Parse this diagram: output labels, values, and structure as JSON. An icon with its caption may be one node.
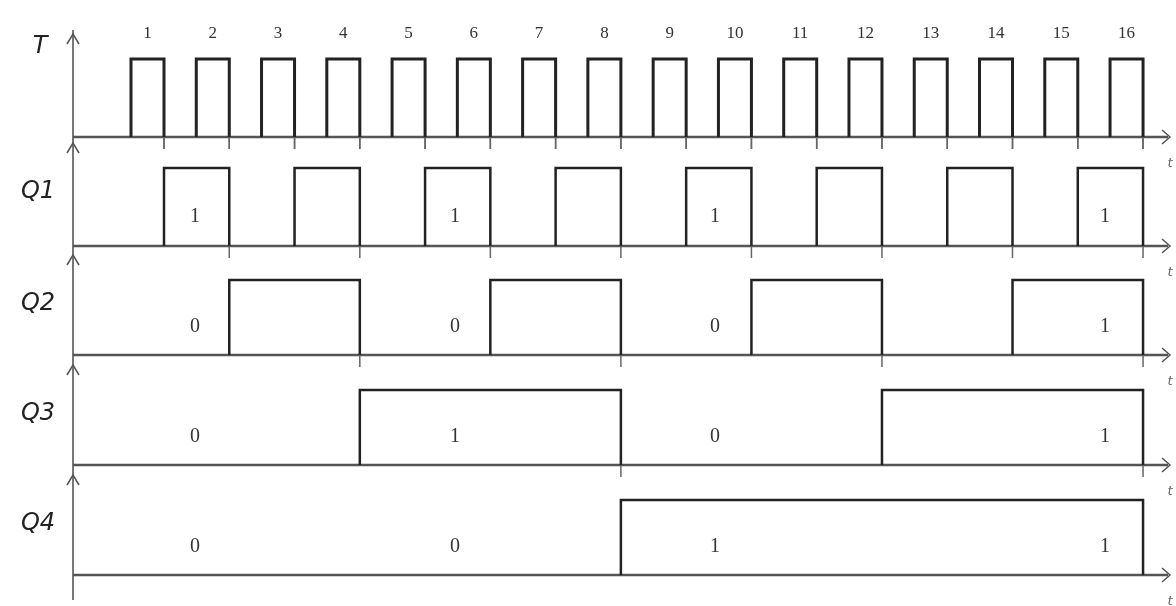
{
  "diagram": {
    "labels": [
      "T",
      "1",
      "2",
      "3",
      "4",
      "5",
      "6",
      "7",
      "8",
      "9",
      "10",
      "11",
      "12",
      "13",
      "14",
      "15",
      "16",
      "t",
      "Q1",
      "1",
      "1",
      "1",
      "1",
      "t",
      "Q2",
      "0",
      "0",
      "0",
      "1",
      "t",
      "Q3",
      "0",
      "1",
      "0",
      "1",
      "t",
      "Q4",
      "0",
      "0",
      "1",
      "1",
      "t"
    ]
  }
}
